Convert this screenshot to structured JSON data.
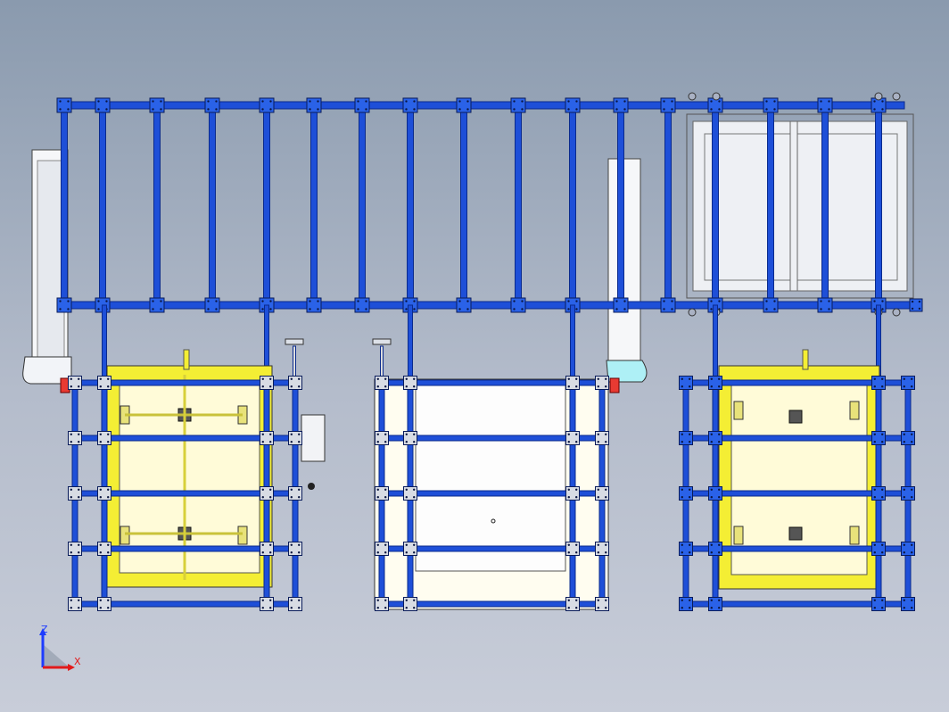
{
  "view": {
    "projection": "front",
    "palette": {
      "background_top": "#8a9aae",
      "background_bottom": "#c8cdd9",
      "frame_blue": "#1e4fd8",
      "frame_blue_dark": "#0a2a8c",
      "node_plate": "#2a62e8",
      "yellow_tray": "#f4ee34",
      "pale_yellow": "#fffbd8",
      "grey_frame": "#eef0f4",
      "grey_plate": "#d8dce4",
      "cyan_base": "#aef0f6",
      "red_marker": "#e83a32"
    }
  },
  "axis_triad": {
    "z_label": "Z",
    "x_label": "X",
    "z_color": "#1e3cff",
    "x_color": "#e21a1a"
  }
}
